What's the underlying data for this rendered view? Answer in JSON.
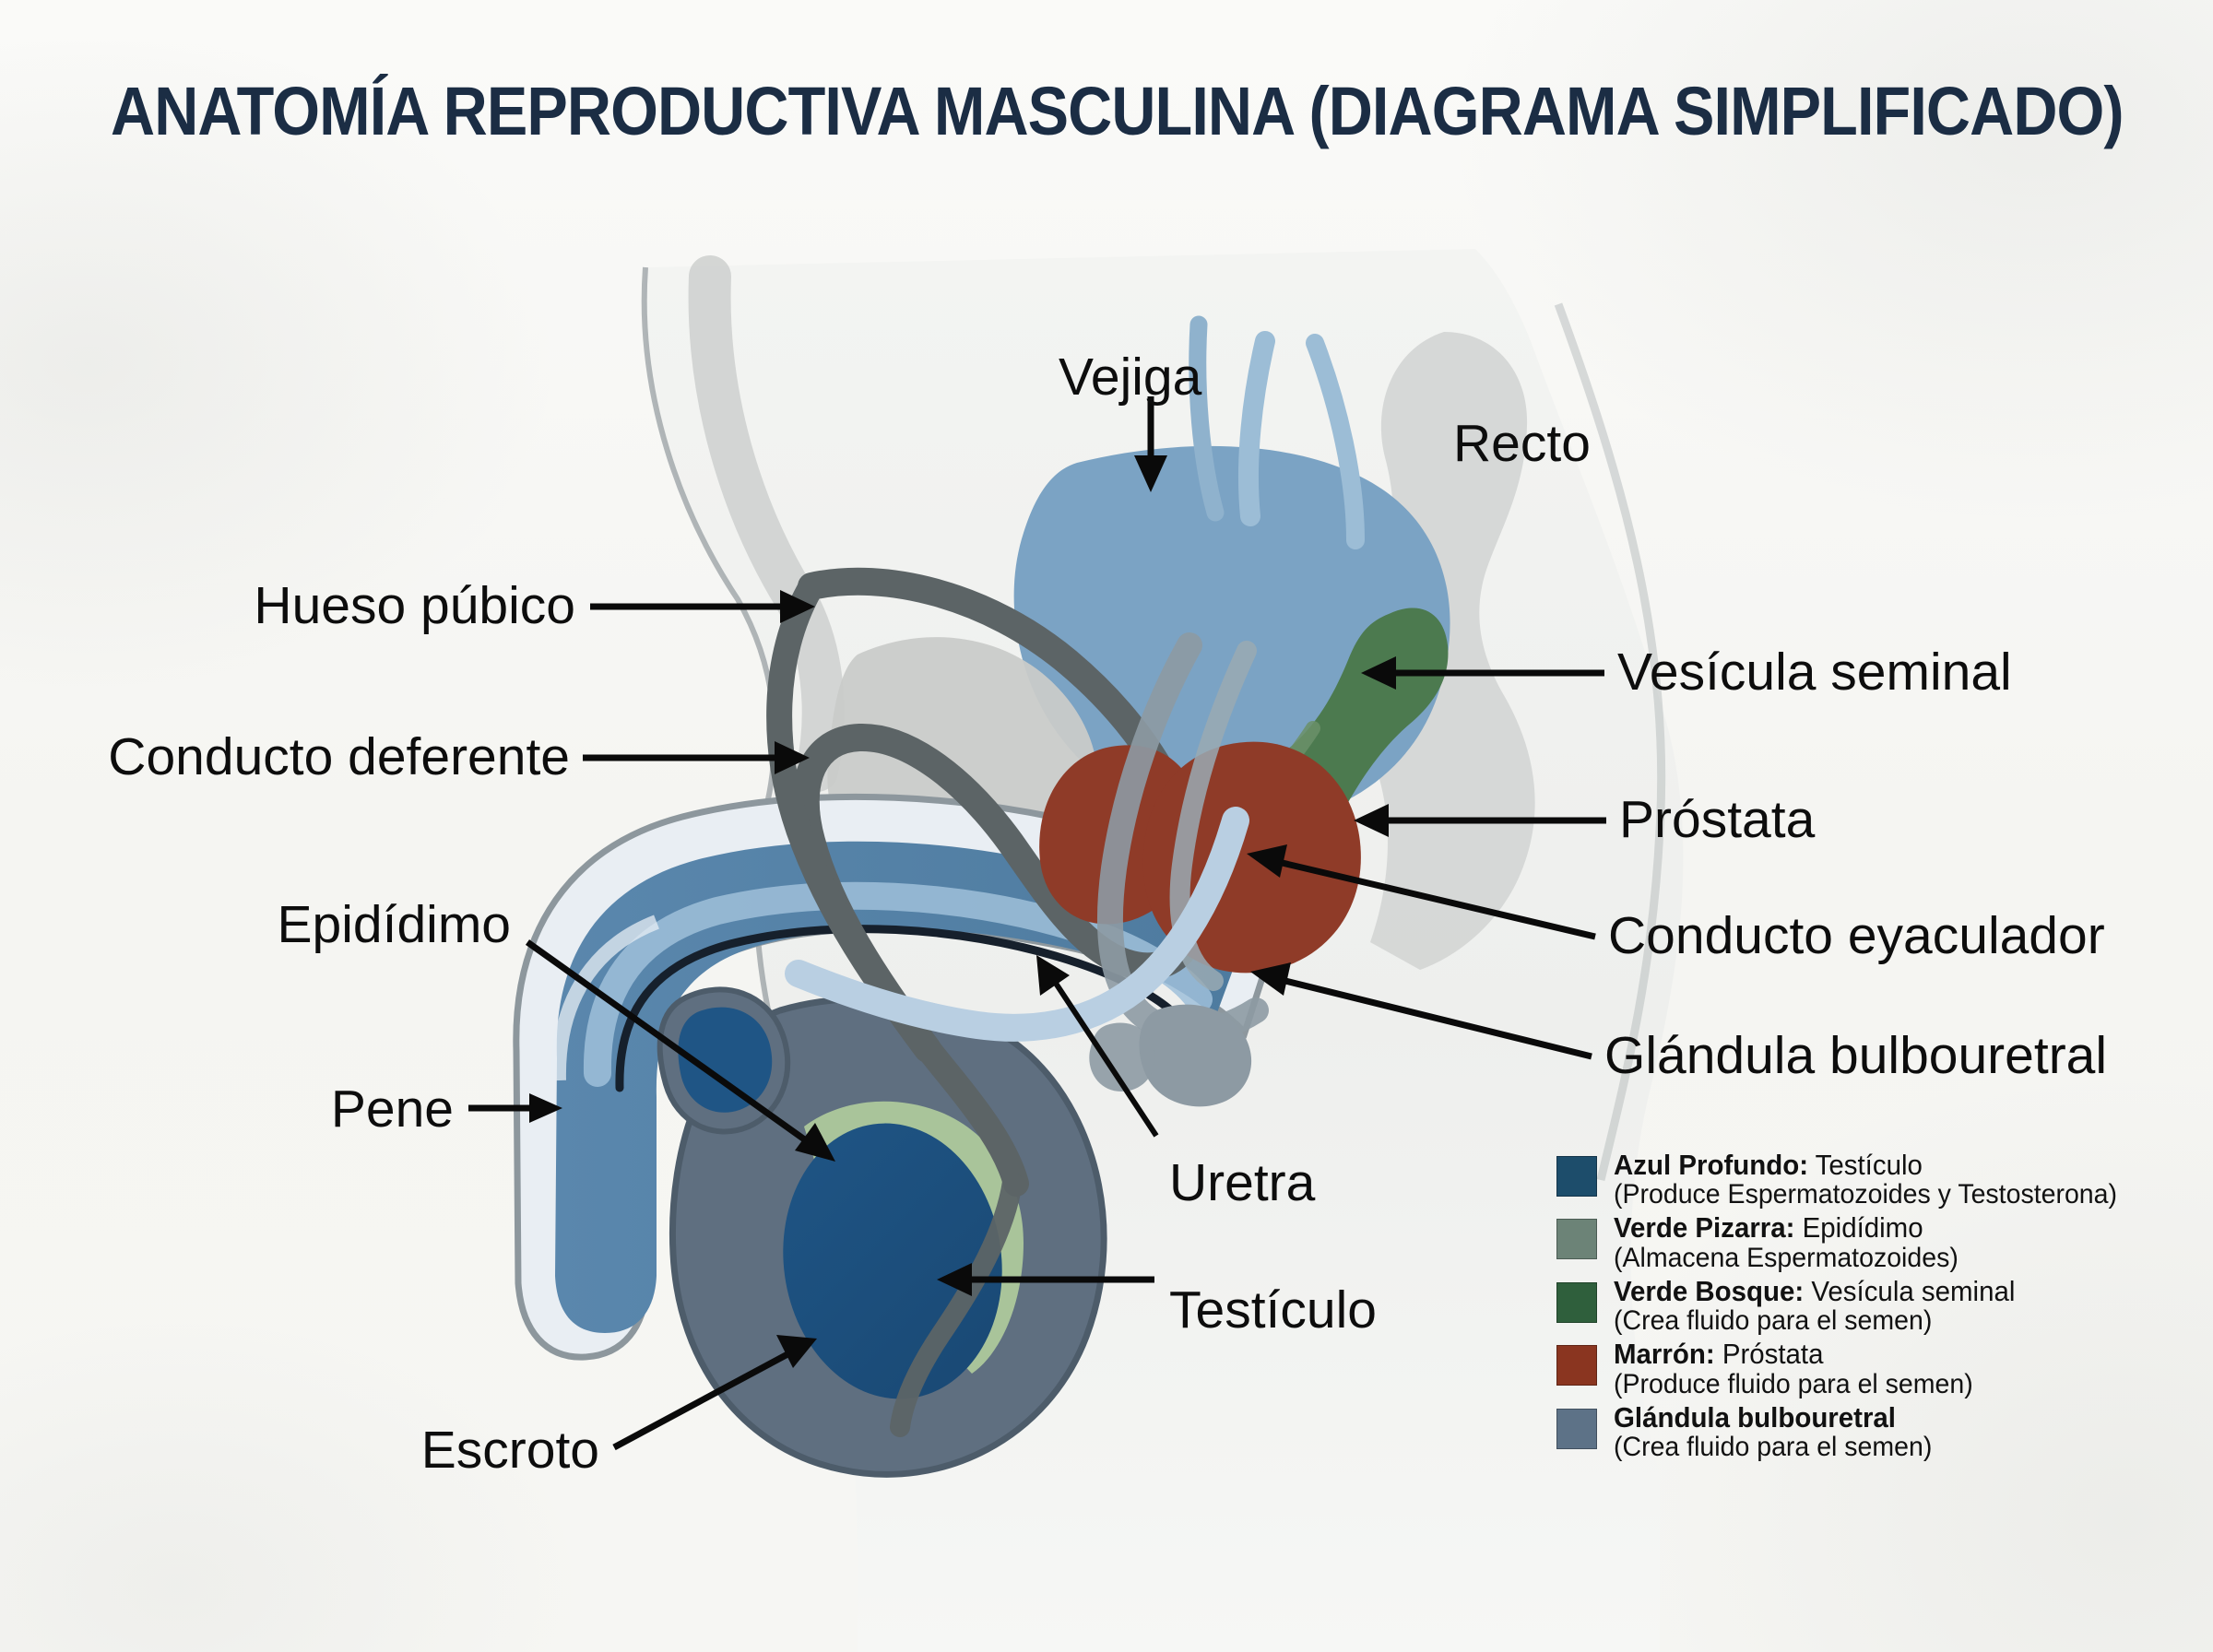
{
  "title": "ANATOMÍA REPRODUCTIVA MASCULINA (DIAGRAMA SIMPLIFICADO)",
  "title_color": "#1b2d44",
  "background_color": "#f7f7f5",
  "labels": {
    "vejiga": "Vejiga",
    "recto": "Recto",
    "hueso_pubico": "Hueso púbico",
    "conducto_deferente": "Conducto deferente",
    "epididimo": "Epidídimo",
    "pene": "Pene",
    "escroto": "Escroto",
    "uretra": "Uretra",
    "testiculo": "Testículo",
    "vesicula_seminal": "Vesícula seminal",
    "prostata": "Próstata",
    "conducto_eyaculador": "Conducto eyaculador",
    "glandula_bulbouretral": "Glándula bulbouretral"
  },
  "colors": {
    "bladder": "#7ba3c4",
    "rectum": "#d3d5d4",
    "pubic_bone": "#c9cbc9",
    "vas_deferens": "#5c6466",
    "seminal_vesicle": "#4c7a4f",
    "prostate": "#8f3b28",
    "bulbourethral": "#8d9aa3",
    "urethra": "#b9cfe2",
    "penis": "#5582a8",
    "scrotum": "#5f6f80",
    "testicle": "#1d5281",
    "epididymis": "#a9c49a",
    "body": "#f1f2f0",
    "outline": "#6e7679"
  },
  "legend": [
    {
      "swatch": "#1d4d6b",
      "name": "Azul Profundo",
      "separator": ":",
      "organ": " Testículo",
      "desc": "(Produce Espermatozoides y Testosterona)"
    },
    {
      "swatch": "#6c8377",
      "name": "Verde Pizarra",
      "separator": ":",
      "organ": " Epidídimo",
      "desc": "(Almacena Espermatozoides)"
    },
    {
      "swatch": "#2f5f3c",
      "name": "Verde Bosque",
      "separator": ":",
      "organ": " Vesícula seminal",
      "desc": "(Crea fluido para el semen)"
    },
    {
      "swatch": "#8a3520",
      "name": "Marrón",
      "separator": ":",
      "organ": " Próstata",
      "desc": "(Produce fluido para el semen)"
    },
    {
      "swatch": "#5d7287",
      "name": "Glándula bulbouretral",
      "separator": "",
      "organ": "",
      "desc": "(Crea fluido para el semen)"
    }
  ]
}
